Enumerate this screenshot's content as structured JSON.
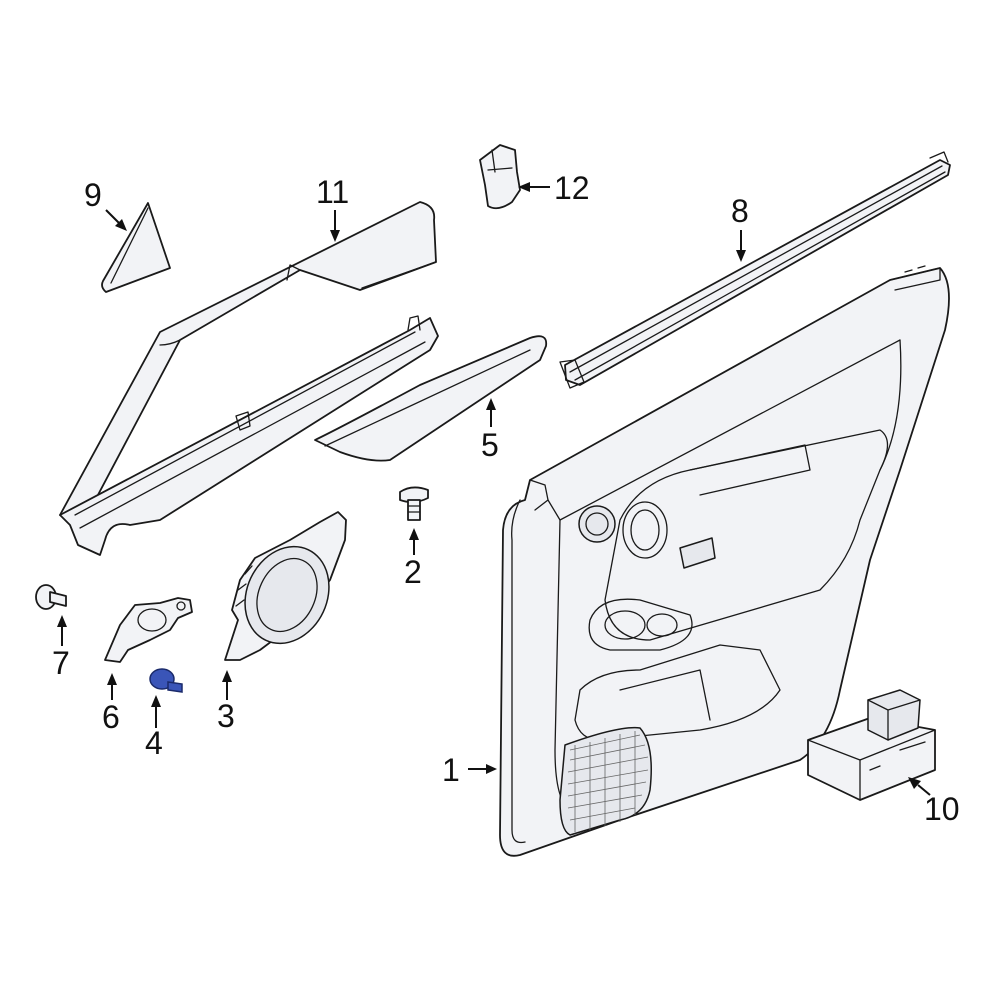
{
  "callouts": {
    "c1": "1",
    "c2": "2",
    "c3": "3",
    "c4": "4",
    "c5": "5",
    "c6": "6",
    "c7": "7",
    "c8": "8",
    "c9": "9",
    "c10": "10",
    "c11": "11",
    "c12": "12"
  },
  "colors": {
    "highlight": "#3a55b8",
    "line": "#1a1a1a",
    "fill": "#f2f3f6"
  }
}
